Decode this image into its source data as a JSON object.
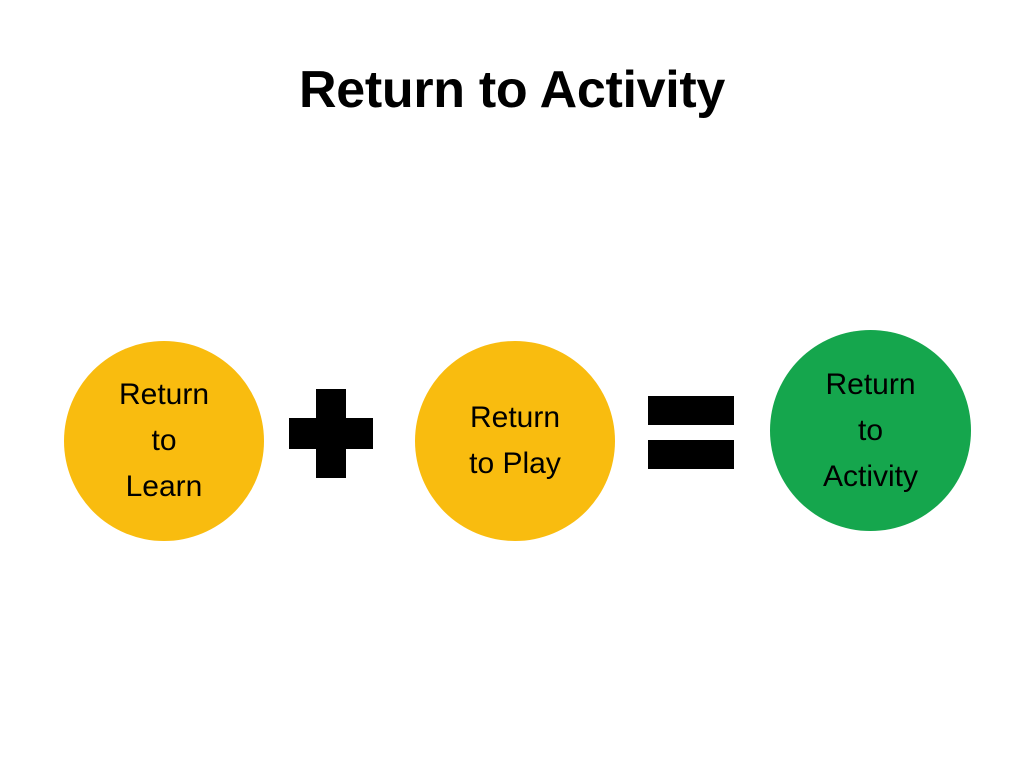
{
  "slide": {
    "title": "Return to Activity",
    "background_color": "#FFFFFF",
    "text_color": "#000000"
  },
  "colors": {
    "amber": "#F9BC0F",
    "green": "#15A64D",
    "black": "#000000",
    "white": "#FFFFFF"
  },
  "equation": {
    "nodes": [
      {
        "id": "return-to-learn",
        "label": "Return\nto\nLearn",
        "lines": [
          "Return",
          "to",
          "Learn"
        ],
        "color": "#F9BC0F",
        "shape": "circle"
      },
      {
        "id": "return-to-play",
        "label": "Return\nto Play",
        "lines": [
          "Return",
          "to Play"
        ],
        "color": "#F9BC0F",
        "shape": "circle"
      },
      {
        "id": "return-to-activity",
        "label": "Return\nto\nActivity",
        "lines": [
          "Return",
          "to",
          "Activity"
        ],
        "color": "#15A64D",
        "shape": "circle"
      }
    ],
    "operators": [
      {
        "id": "plus",
        "symbol": "+",
        "name": "plus-sign",
        "color": "#000000"
      },
      {
        "id": "equals",
        "symbol": "=",
        "name": "equals-sign",
        "color": "#000000"
      }
    ],
    "expression": "Return to Learn + Return to Play = Return to Activity"
  }
}
